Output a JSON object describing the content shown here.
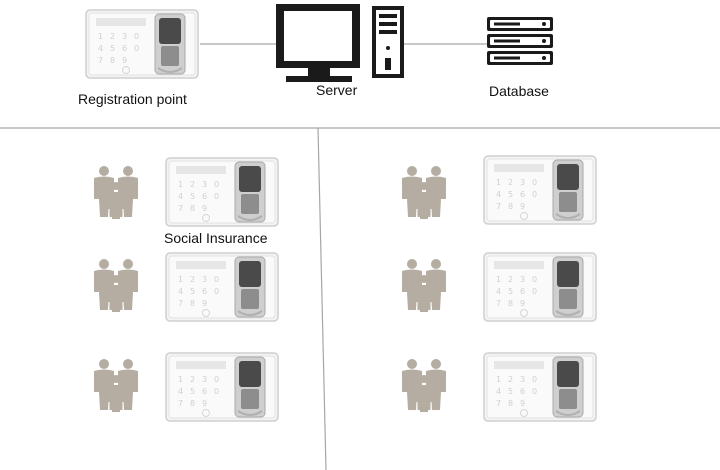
{
  "top_row": {
    "registration_label": "Registration point",
    "server_label": "Server",
    "database_label": "Database"
  },
  "terminal_keypad_digits": [
    "1",
    "2",
    "3",
    "4",
    "5",
    "6",
    "7",
    "8",
    "9"
  ],
  "left_column": {
    "first_terminal_label": "Social Insurance",
    "station_count": 3
  },
  "right_column": {
    "station_count": 3
  },
  "colors": {
    "line": "#a6a6a6",
    "people": "#b5aca2",
    "terminal_body": "#f2f2f2",
    "terminal_border": "#c8c8c8",
    "monitor": "#1a1a1a",
    "server_rack": "#1a1a1a"
  }
}
